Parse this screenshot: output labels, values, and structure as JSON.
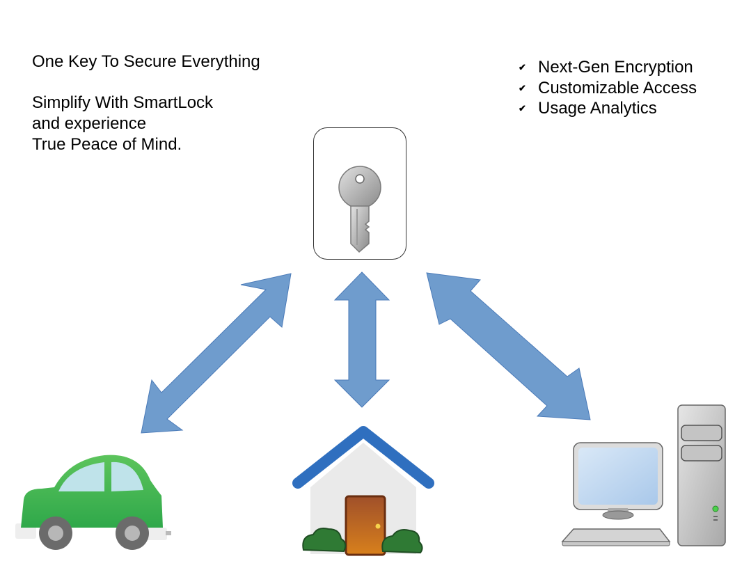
{
  "slide": {
    "tagline": {
      "headline": "One Key To Secure Everything",
      "lines": [
        "Simplify With SmartLock",
        "and experience",
        "True Peace of Mind."
      ]
    },
    "features": [
      {
        "icon": "check-icon",
        "label": "Next-Gen Encryption"
      },
      {
        "icon": "check-icon",
        "label": "Customizable Access"
      },
      {
        "icon": "check-icon",
        "label": "Usage Analytics"
      }
    ],
    "hub": {
      "icon": "key-icon",
      "label": "SmartLock key"
    },
    "devices": [
      {
        "icon": "car-icon",
        "label": "Car"
      },
      {
        "icon": "house-icon",
        "label": "Home"
      },
      {
        "icon": "computer-icon",
        "label": "Computer"
      }
    ],
    "connectors": [
      {
        "from": "key",
        "to": "car",
        "type": "double-arrow"
      },
      {
        "from": "key",
        "to": "home",
        "type": "double-arrow"
      },
      {
        "from": "key",
        "to": "computer",
        "type": "double-arrow"
      }
    ],
    "colors": {
      "arrow_fill": "#6f9ccd",
      "arrow_stroke": "#4a7ab8",
      "car_body": "#4cb84f",
      "roof": "#2f6fbf",
      "door": "#b0561c",
      "bush": "#2f7a34",
      "screen": "#c8dcf2"
    }
  }
}
